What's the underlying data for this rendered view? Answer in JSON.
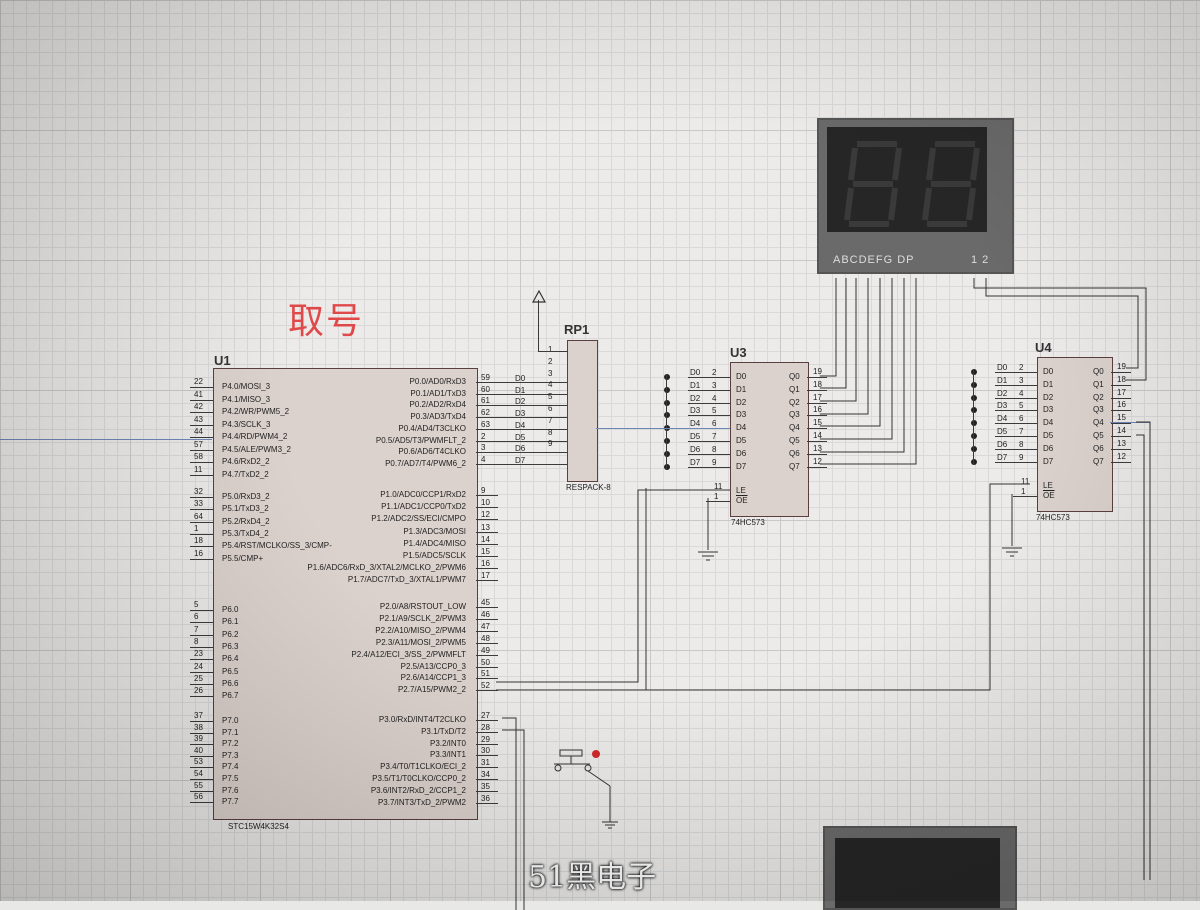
{
  "annotation": {
    "title": "取号"
  },
  "u1": {
    "ref": "U1",
    "part": "STC15W4K32S4",
    "left_pins": [
      {
        "num": "22",
        "name": "P4.0/MOSI_3"
      },
      {
        "num": "41",
        "name": "P4.1/MISO_3"
      },
      {
        "num": "42",
        "name": "P4.2/WR/PWM5_2"
      },
      {
        "num": "43",
        "name": "P4.3/SCLK_3"
      },
      {
        "num": "44",
        "name": "P4.4/RD/PWM4_2"
      },
      {
        "num": "57",
        "name": "P4.5/ALE/PWM3_2"
      },
      {
        "num": "58",
        "name": "P4.6/RxD2_2"
      },
      {
        "num": "11",
        "name": "P4.7/TxD2_2"
      },
      {
        "num": "32",
        "name": "P5.0/RxD3_2"
      },
      {
        "num": "33",
        "name": "P5.1/TxD3_2"
      },
      {
        "num": "64",
        "name": "P5.2/RxD4_2"
      },
      {
        "num": "1",
        "name": "P5.3/TxD4_2"
      },
      {
        "num": "18",
        "name": "P5.4/RST/MCLKO/SS_3/CMP-"
      },
      {
        "num": "16",
        "name": "P5.5/CMP+"
      },
      {
        "num": "5",
        "name": "P6.0"
      },
      {
        "num": "6",
        "name": "P6.1"
      },
      {
        "num": "7",
        "name": "P6.2"
      },
      {
        "num": "8",
        "name": "P6.3"
      },
      {
        "num": "23",
        "name": "P6.4"
      },
      {
        "num": "24",
        "name": "P6.5"
      },
      {
        "num": "25",
        "name": "P6.6"
      },
      {
        "num": "26",
        "name": "P6.7"
      },
      {
        "num": "37",
        "name": "P7.0"
      },
      {
        "num": "38",
        "name": "P7.1"
      },
      {
        "num": "39",
        "name": "P7.2"
      },
      {
        "num": "40",
        "name": "P7.3"
      },
      {
        "num": "53",
        "name": "P7.4"
      },
      {
        "num": "54",
        "name": "P7.5"
      },
      {
        "num": "55",
        "name": "P7.6"
      },
      {
        "num": "56",
        "name": "P7.7"
      }
    ],
    "right_pins": [
      {
        "num": "59",
        "name": "P0.0/AD0/RxD3"
      },
      {
        "num": "60",
        "name": "P0.1/AD1/TxD3"
      },
      {
        "num": "61",
        "name": "P0.2/AD2/RxD4"
      },
      {
        "num": "62",
        "name": "P0.3/AD3/TxD4"
      },
      {
        "num": "63",
        "name": "P0.4/AD4/T3CLKO"
      },
      {
        "num": "2",
        "name": "P0.5/AD5/T3/PWMFLT_2"
      },
      {
        "num": "3",
        "name": "P0.6/AD6/T4CLKO"
      },
      {
        "num": "4",
        "name": "P0.7/AD7/T4/PWM6_2"
      },
      {
        "num": "9",
        "name": "P1.0/ADC0/CCP1/RxD2"
      },
      {
        "num": "10",
        "name": "P1.1/ADC1/CCP0/TxD2"
      },
      {
        "num": "12",
        "name": "P1.2/ADC2/SS/ECI/CMPO"
      },
      {
        "num": "13",
        "name": "P1.3/ADC3/MOSI"
      },
      {
        "num": "14",
        "name": "P1.4/ADC4/MISO"
      },
      {
        "num": "15",
        "name": "P1.5/ADC5/SCLK"
      },
      {
        "num": "16",
        "name": "P1.6/ADC6/RxD_3/XTAL2/MCLKO_2/PWM6"
      },
      {
        "num": "17",
        "name": "P1.7/ADC7/TxD_3/XTAL1/PWM7"
      },
      {
        "num": "45",
        "name": "P2.0/A8/RSTOUT_LOW"
      },
      {
        "num": "46",
        "name": "P2.1/A9/SCLK_2/PWM3"
      },
      {
        "num": "47",
        "name": "P2.2/A10/MISO_2/PWM4"
      },
      {
        "num": "48",
        "name": "P2.3/A11/MOSI_2/PWM5"
      },
      {
        "num": "49",
        "name": "P2.4/A12/ECI_3/SS_2/PWMFLT"
      },
      {
        "num": "50",
        "name": "P2.5/A13/CCP0_3"
      },
      {
        "num": "51",
        "name": "P2.6/A14/CCP1_3"
      },
      {
        "num": "52",
        "name": "P2.7/A15/PWM2_2"
      },
      {
        "num": "27",
        "name": "P3.0/RxD/INT4/T2CLKO"
      },
      {
        "num": "28",
        "name": "P3.1/TxD/T2"
      },
      {
        "num": "29",
        "name": "P3.2/INT0"
      },
      {
        "num": "30",
        "name": "P3.3/INT1"
      },
      {
        "num": "31",
        "name": "P3.4/T0/T1CLKO/ECI_2"
      },
      {
        "num": "34",
        "name": "P3.5/T1/T0CLKO/CCP0_2"
      },
      {
        "num": "35",
        "name": "P3.6/INT2/RxD_2/CCP1_2"
      },
      {
        "num": "36",
        "name": "P3.7/INT3/TxD_2/PWM2"
      }
    ],
    "bus_labels": [
      "D0",
      "D1",
      "D2",
      "D3",
      "D4",
      "D5",
      "D6",
      "D7"
    ]
  },
  "rp1": {
    "ref": "RP1",
    "part": "RESPACK-8",
    "pins": [
      "1",
      "2",
      "3",
      "4",
      "5",
      "6",
      "7",
      "8",
      "9"
    ]
  },
  "u3": {
    "ref": "U3",
    "part": "74HC573",
    "inputs": [
      "D0",
      "D1",
      "D2",
      "D3",
      "D4",
      "D5",
      "D6",
      "D7"
    ],
    "input_nums": [
      "2",
      "3",
      "4",
      "5",
      "6",
      "7",
      "8",
      "9"
    ],
    "outputs": [
      "Q0",
      "Q1",
      "Q2",
      "Q3",
      "Q4",
      "Q5",
      "Q6",
      "Q7"
    ],
    "output_nums": [
      "19",
      "18",
      "17",
      "16",
      "15",
      "14",
      "13",
      "12"
    ],
    "le": "LE",
    "oe": "OE",
    "le_num": "11",
    "oe_num": "1",
    "bus_labels": [
      "D0",
      "D1",
      "D2",
      "D3",
      "D4",
      "D5",
      "D6",
      "D7"
    ]
  },
  "u4": {
    "ref": "U4",
    "part": "74HC573",
    "inputs": [
      "D0",
      "D1",
      "D2",
      "D3",
      "D4",
      "D5",
      "D6",
      "D7"
    ],
    "input_nums": [
      "2",
      "3",
      "4",
      "5",
      "6",
      "7",
      "8",
      "9"
    ],
    "outputs": [
      "Q0",
      "Q1",
      "Q2",
      "Q3",
      "Q4",
      "Q5",
      "Q6",
      "Q7"
    ],
    "output_nums": [
      "19",
      "18",
      "17",
      "16",
      "15",
      "14",
      "13",
      "12"
    ],
    "le": "LE",
    "oe": "OE",
    "le_num": "11",
    "oe_num": "1",
    "bus_labels": [
      "D0",
      "D1",
      "D2",
      "D3",
      "D4",
      "D5",
      "D6",
      "D7"
    ]
  },
  "display": {
    "segments_label": "ABCDEFG DP",
    "digits_label": "1 2"
  },
  "watermark": "51黑电子"
}
